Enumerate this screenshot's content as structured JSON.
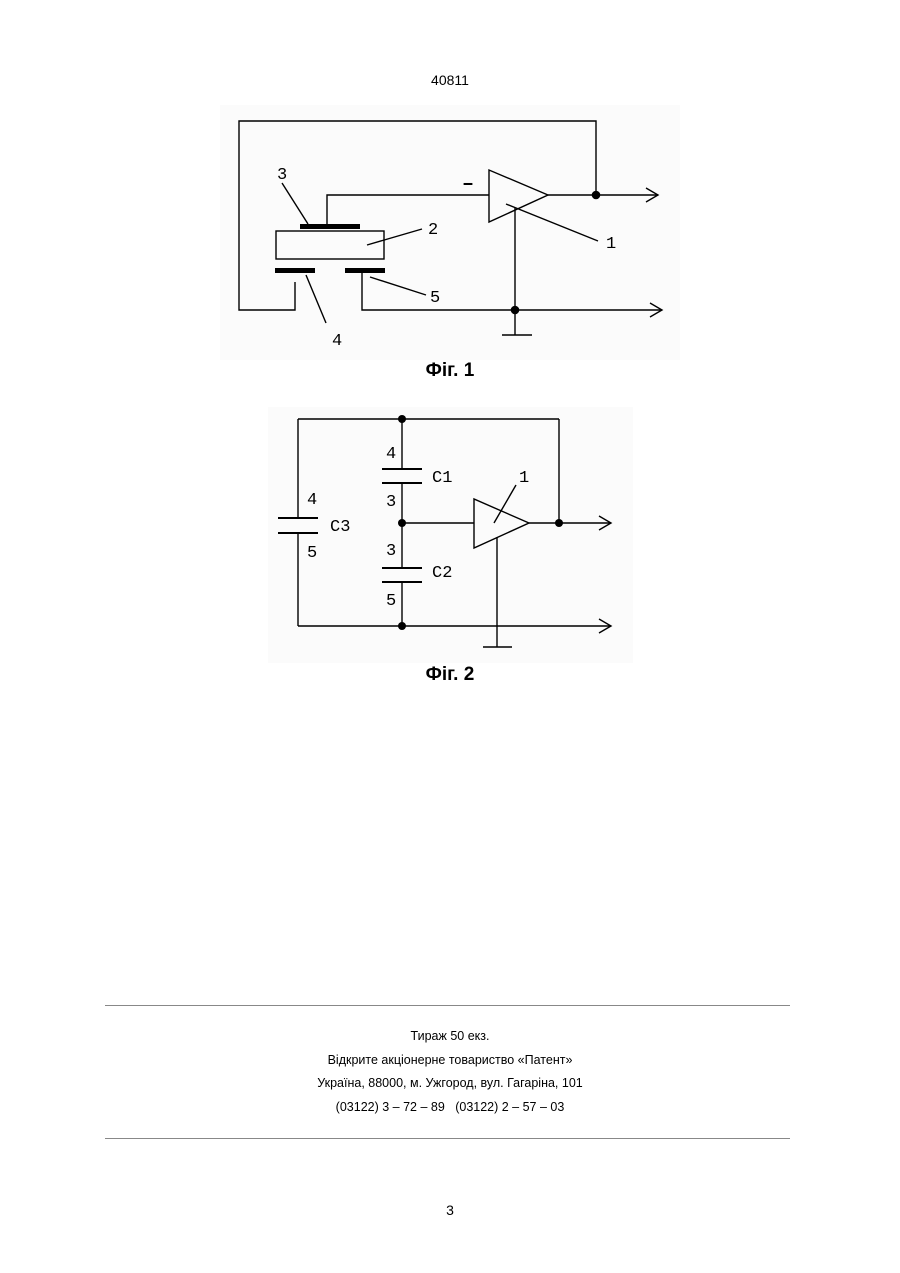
{
  "header": {
    "doc_number": "40811"
  },
  "figure1": {
    "caption": "Фіг. 1",
    "labels": {
      "l1": "1",
      "l2": "2",
      "l3": "3",
      "l4": "4",
      "l5": "5",
      "minus": "–"
    }
  },
  "figure2": {
    "caption": "Фіг. 2",
    "labels": {
      "c1": "C1",
      "c2": "C2",
      "c3": "C3",
      "amp": "1",
      "c1_top": "4",
      "c1_bottom": "3",
      "c2_top": "3",
      "c2_bottom": "5",
      "c3_top": "4",
      "c3_bottom": "5"
    }
  },
  "footer": {
    "line1": "Тираж 50 екз.",
    "line2": "Відкрите акціонерне товариство «Патент»",
    "line3": "Україна, 88000, м. Ужгород, вул. Гагаріна, 101",
    "line4": "(03122) 3 – 72 – 89   (03122) 2 – 57 – 03"
  },
  "page": {
    "number": "3"
  }
}
